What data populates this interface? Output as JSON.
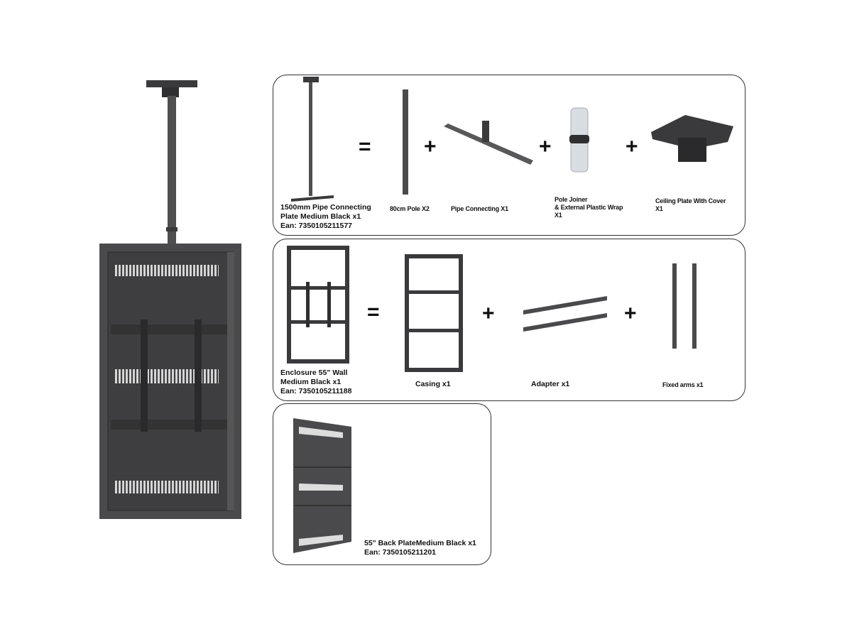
{
  "colors": {
    "metal": "#4a4a4c",
    "metal_dark": "#2f2f31",
    "metal_light": "#6a6a6c",
    "joiner": "#d8dde2",
    "border": "#333333"
  },
  "operators": {
    "equals": "=",
    "plus": "+"
  },
  "kit_1": {
    "main_label": "1500mm Pipe Connecting\nPlate Medium Black x1\nEan: 7350105211577",
    "parts": [
      {
        "label": "80cm Pole X2"
      },
      {
        "label": "Pipe Connecting X1"
      },
      {
        "label": "Pole Joiner\n& External Plastic Wrap\nX1"
      },
      {
        "label": "Ceiling Plate With Cover\nX1"
      }
    ]
  },
  "kit_2": {
    "main_label": "Enclosure 55\" Wall\nMedium Black x1\nEan: 7350105211188",
    "parts": [
      {
        "label": "Casing x1"
      },
      {
        "label": "Adapter x1"
      },
      {
        "label": "Fixed arms x1"
      }
    ]
  },
  "kit_3": {
    "main_label": "55\" Back PlateMedium Black x1\nEan: 7350105211201"
  }
}
